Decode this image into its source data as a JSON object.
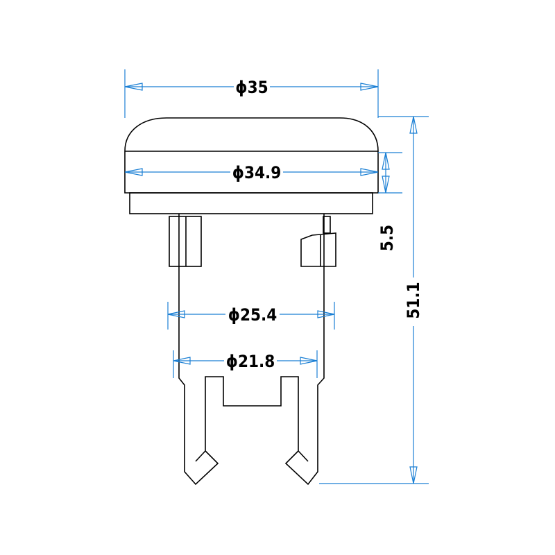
{
  "drawing": {
    "dimensions": {
      "top_diameter": "ϕ35",
      "cap_diameter": "ϕ34.9",
      "outer_diameter": "ϕ25.4",
      "inner_diameter": "ϕ21.8",
      "cap_height": "5.5",
      "total_height": "51.1"
    },
    "colors": {
      "outline": "#000000",
      "dimension_line": "#1a7fd4",
      "background": "#ffffff"
    }
  }
}
